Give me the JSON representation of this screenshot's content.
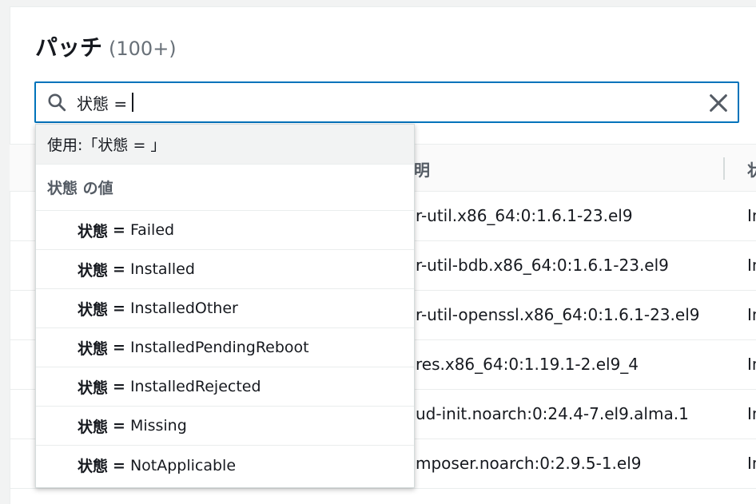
{
  "header": {
    "title": "パッチ",
    "count": "(100+)"
  },
  "search": {
    "query": "状態 ="
  },
  "table": {
    "columns": {
      "description_tail": "明",
      "status_tail": "状"
    },
    "rows": [
      {
        "description": "r-util.x86_64:0:1.6.1-23.el9",
        "status": "In"
      },
      {
        "description": "r-util-bdb.x86_64:0:1.6.1-23.el9",
        "status": "In"
      },
      {
        "description": "r-util-openssl.x86_64:0:1.6.1-23.el9",
        "status": "In"
      },
      {
        "description": "res.x86_64:0:1.19.1-2.el9_4",
        "status": "In"
      },
      {
        "description": "ud-init.noarch:0:24.4-7.el9.alma.1",
        "status": "In"
      },
      {
        "description": "mposer.noarch:0:2.9.5-1.el9",
        "status": "In"
      }
    ]
  },
  "dropdown": {
    "use_label": "使用:「状態 = 」",
    "group_label": "状態 の値",
    "property": "状態",
    "operator": "=",
    "options": [
      {
        "value": "Failed"
      },
      {
        "value": "Installed"
      },
      {
        "value": "InstalledOther"
      },
      {
        "value": "InstalledPendingReboot"
      },
      {
        "value": "InstalledRejected"
      },
      {
        "value": "Missing"
      },
      {
        "value": "NotApplicable"
      }
    ]
  },
  "colors": {
    "focus": "#0073bb",
    "text": "#16191f",
    "muted": "#687078"
  },
  "icons": {
    "search": "search-icon",
    "clear": "close-icon"
  }
}
